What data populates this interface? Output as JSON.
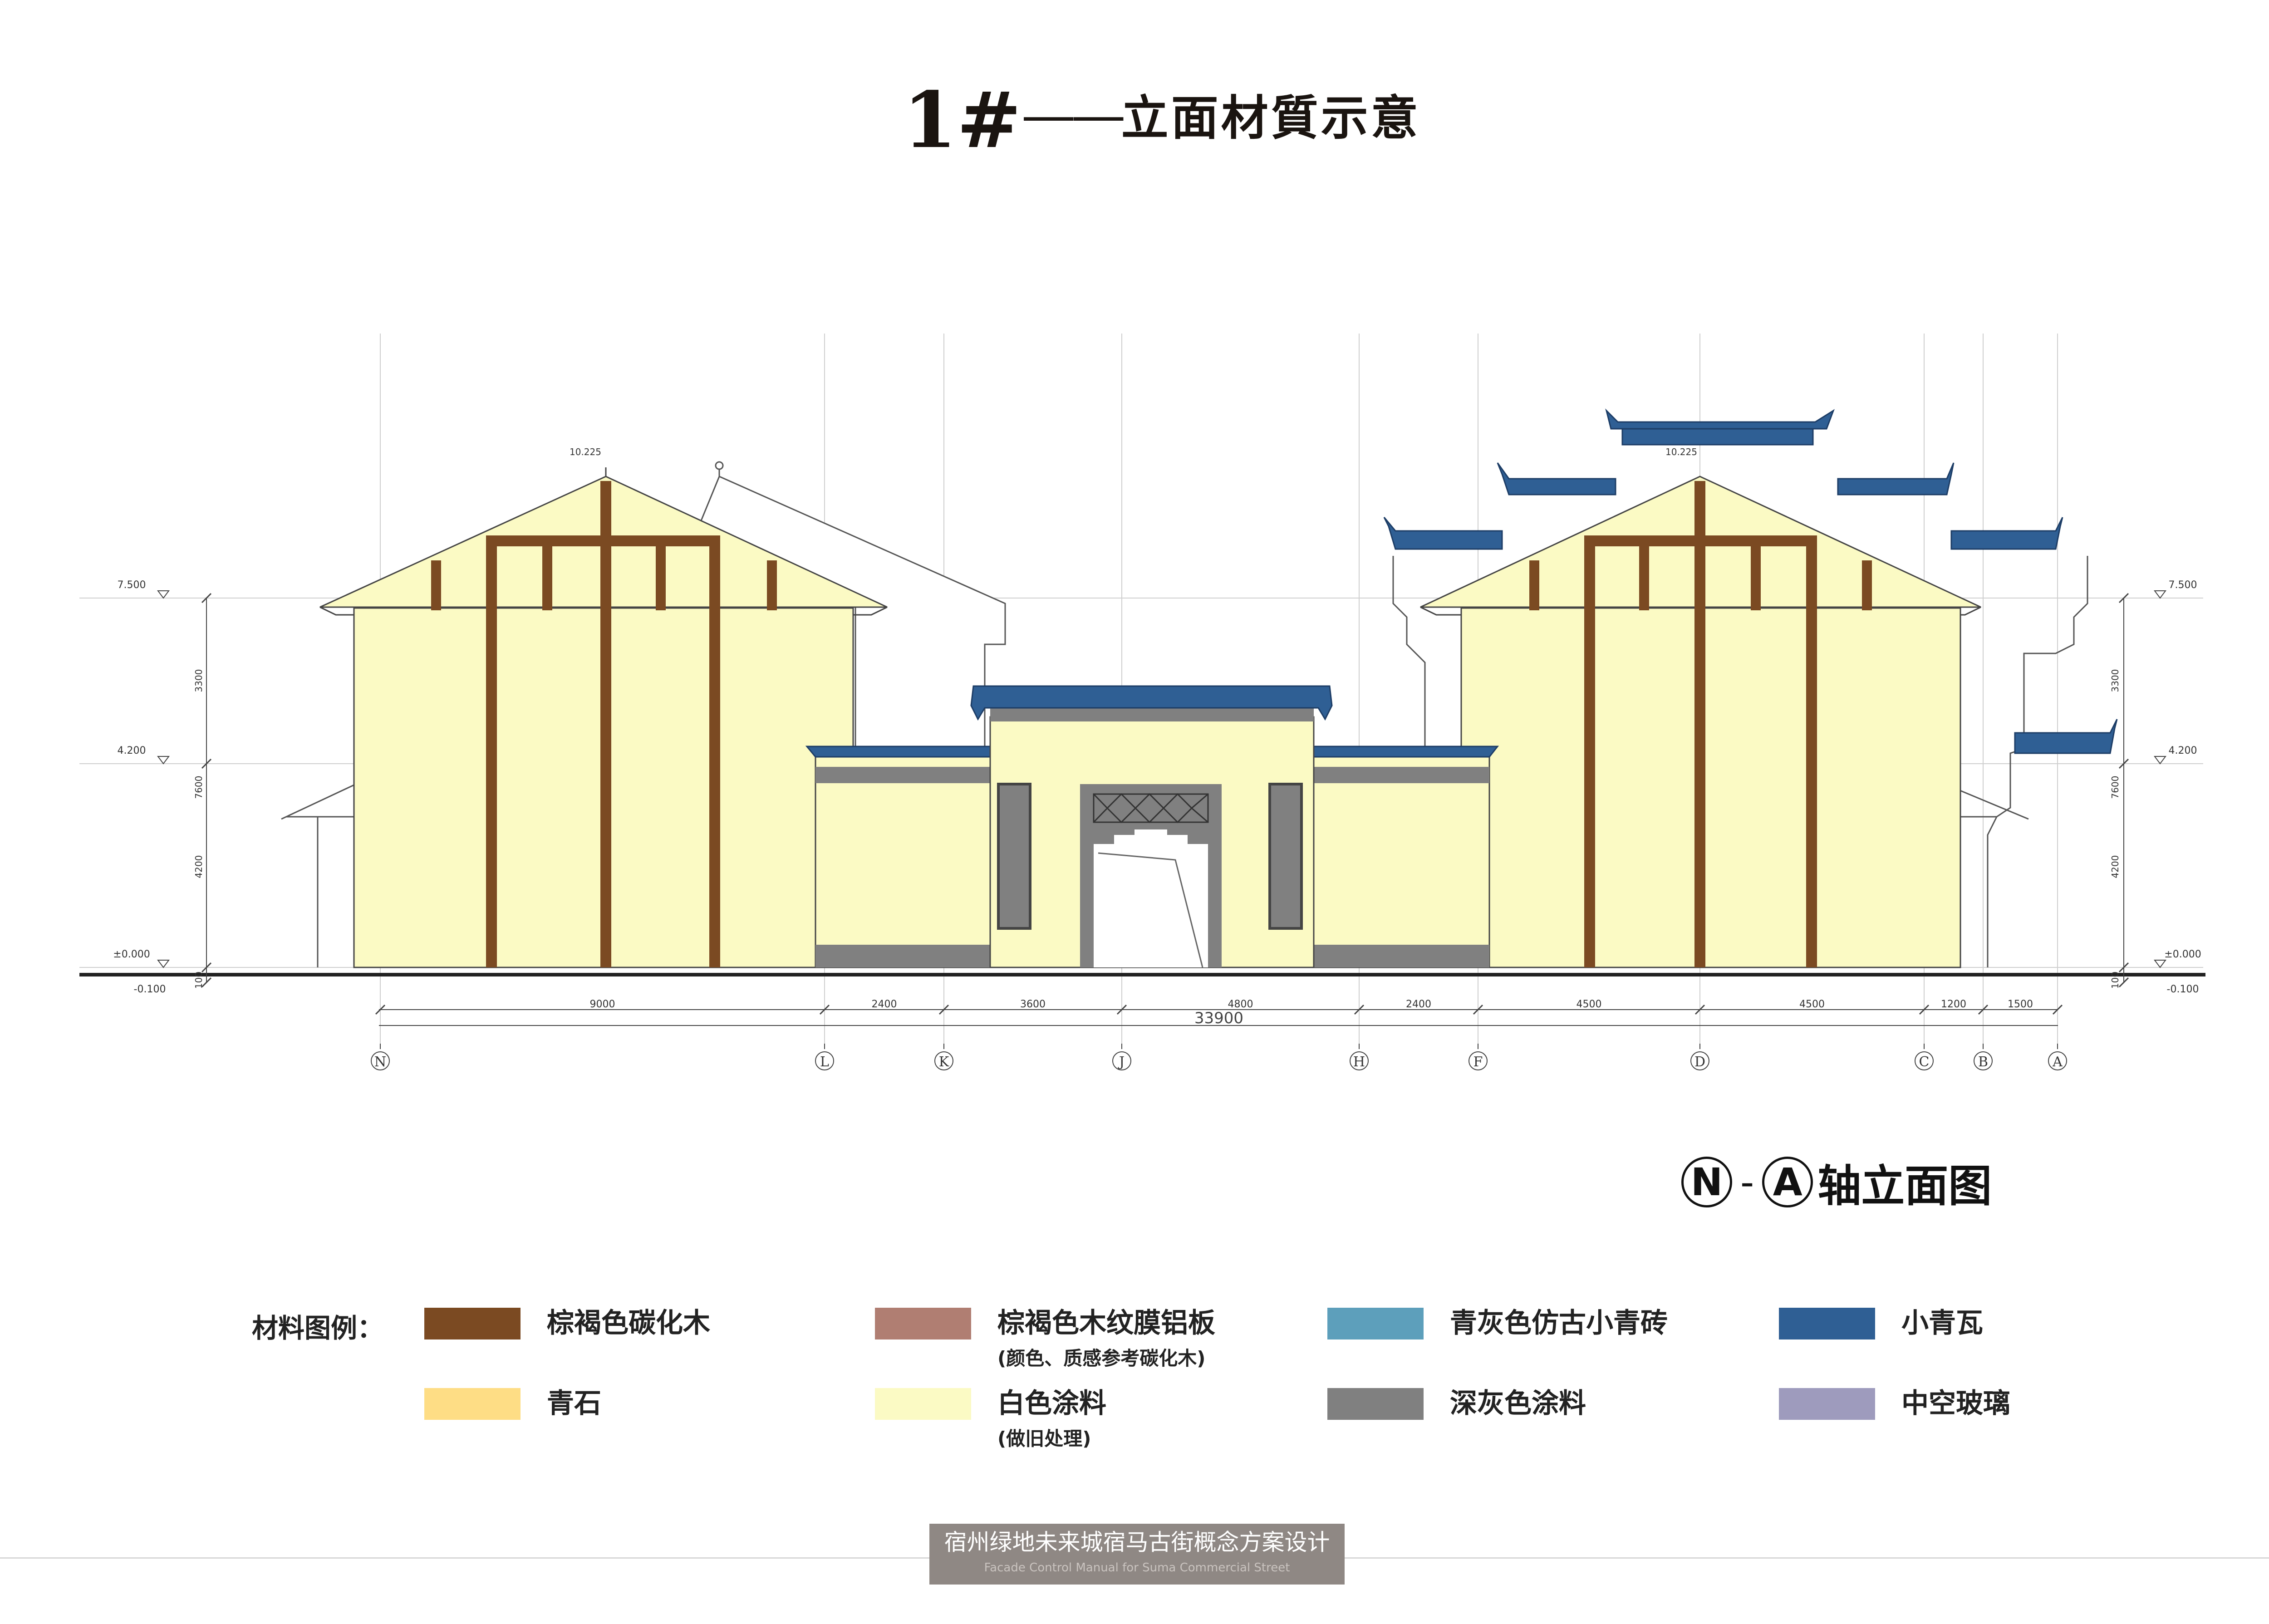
{
  "sheet": {
    "title_number": "1#",
    "title_dash": "——",
    "title_text": "立面材質示意"
  },
  "elevation": {
    "axis_labels": [
      "N",
      "L",
      "K",
      "J",
      "H",
      "F",
      "D",
      "C",
      "B",
      "A"
    ],
    "segment_dimensions": [
      "9000",
      "2400",
      "3600",
      "4800",
      "2400",
      "4500",
      "4500",
      "1200",
      "1500"
    ],
    "total_dimension": "33900",
    "level_labels": {
      "left": [
        "7.500",
        "4.200",
        "±0.000",
        "-0.100"
      ],
      "right": [
        "7.500",
        "4.200",
        "±0.000",
        "-0.100"
      ]
    },
    "height_dimensions": [
      "3300",
      "7600",
      "4200",
      "100"
    ],
    "ridge_labels": [
      "10.225",
      "10.225"
    ]
  },
  "view_title": {
    "from_axis": "N",
    "separator": "-",
    "to_axis": "A",
    "text": "轴立面图"
  },
  "legend": {
    "label": "材料图例：",
    "items": [
      {
        "name": "棕褐色碳化木",
        "note": "",
        "color": "#7b4a22"
      },
      {
        "name": "棕褐色木纹膜铝板",
        "note": "(颜色、质感参考碳化木)",
        "color": "#b07e72"
      },
      {
        "name": "青灰色仿古小青砖",
        "note": "",
        "color": "#5d9fbb"
      },
      {
        "name": "小青瓦",
        "note": "",
        "color": "#2f5f94"
      },
      {
        "name": "青石",
        "note": "",
        "color": "#fedd85"
      },
      {
        "name": "白色涂料",
        "note": "(做旧处理)",
        "color": "#fbfac4"
      },
      {
        "name": "深灰色涂料",
        "note": "",
        "color": "#808080"
      },
      {
        "name": "中空玻璃",
        "note": "",
        "color": "#9e9bbd"
      }
    ]
  },
  "footer": {
    "title": "宿州绿地未来城宿马古街概念方案设计",
    "subtitle": "Facade Control Manual for Suma Commercial Street"
  },
  "colors": {
    "wall": "#fbfac4",
    "timber": "#7b4a22",
    "tile": "#2f5f94",
    "dark_gray": "#808080",
    "line": "#444444"
  }
}
